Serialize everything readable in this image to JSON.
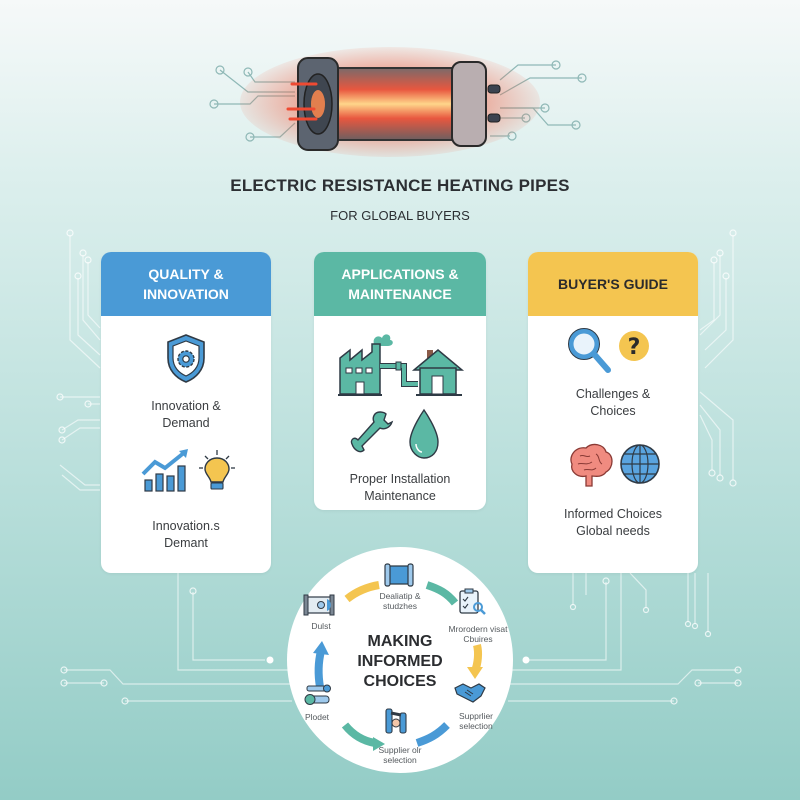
{
  "header": {
    "title": "ELECTRIC RESISTANCE HEATING PIPES",
    "subtitle": "FOR GLOBAL BUYERS",
    "hero_icon": "glowing-heating-pipe-icon"
  },
  "colors": {
    "quality_header": "#4a9ad6",
    "applications_header": "#5bb8a4",
    "buyer_header": "#f4c550",
    "background_top": "#f6f9f9",
    "background_bottom": "#93ccc6",
    "heat_glow": "#f0583a"
  },
  "cards": [
    {
      "title_line1": "QUALITY &",
      "title_line2": "INNOVATION",
      "items": [
        {
          "icon": "shield-gear-icon",
          "line1": "Innovation &",
          "line2": "Demand"
        },
        {
          "icon": "growth-chart-lightbulb-icon",
          "line1": "Innovation.s",
          "line2": "Demant"
        }
      ]
    },
    {
      "title_line1": "APPLICATIONS &",
      "title_line2": "MAINTENANCE",
      "items": [
        {
          "icon": "factory-pipe-house-icon"
        },
        {
          "icon": "wrench-water-drop-icon",
          "line1": "Proper Installation",
          "line2": "Maintenance"
        }
      ]
    },
    {
      "title_line1": "BUYER'S GUIDE",
      "items": [
        {
          "icon": "magnifier-question-icon",
          "line1": "Challenges &",
          "line2": "Choices"
        },
        {
          "icon": "brain-globe-icon",
          "line1": "Informed Choices",
          "line2": "Global needs"
        }
      ]
    }
  ],
  "cycle": {
    "title_line1": "MAKING",
    "title_line2": "INFORMED",
    "title_line3": "CHOICES",
    "steps": [
      {
        "icon": "pipe-spool-icon",
        "line1": "Dealiatip &",
        "line2": "studzhes"
      },
      {
        "icon": "clipboard-checklist-icon",
        "line1": "Mrorodern visat",
        "line2": "Cbuires"
      },
      {
        "icon": "handshake-icon",
        "line1": "Supprlier",
        "line2": "selection"
      },
      {
        "icon": "pipe-valve-icon",
        "line1": "Supplier olr",
        "line2": "selection"
      },
      {
        "icon": "pipe-fittings-icon",
        "line1": "Plodet"
      },
      {
        "icon": "pipe-section-icon",
        "line1": "Dulst"
      }
    ]
  }
}
